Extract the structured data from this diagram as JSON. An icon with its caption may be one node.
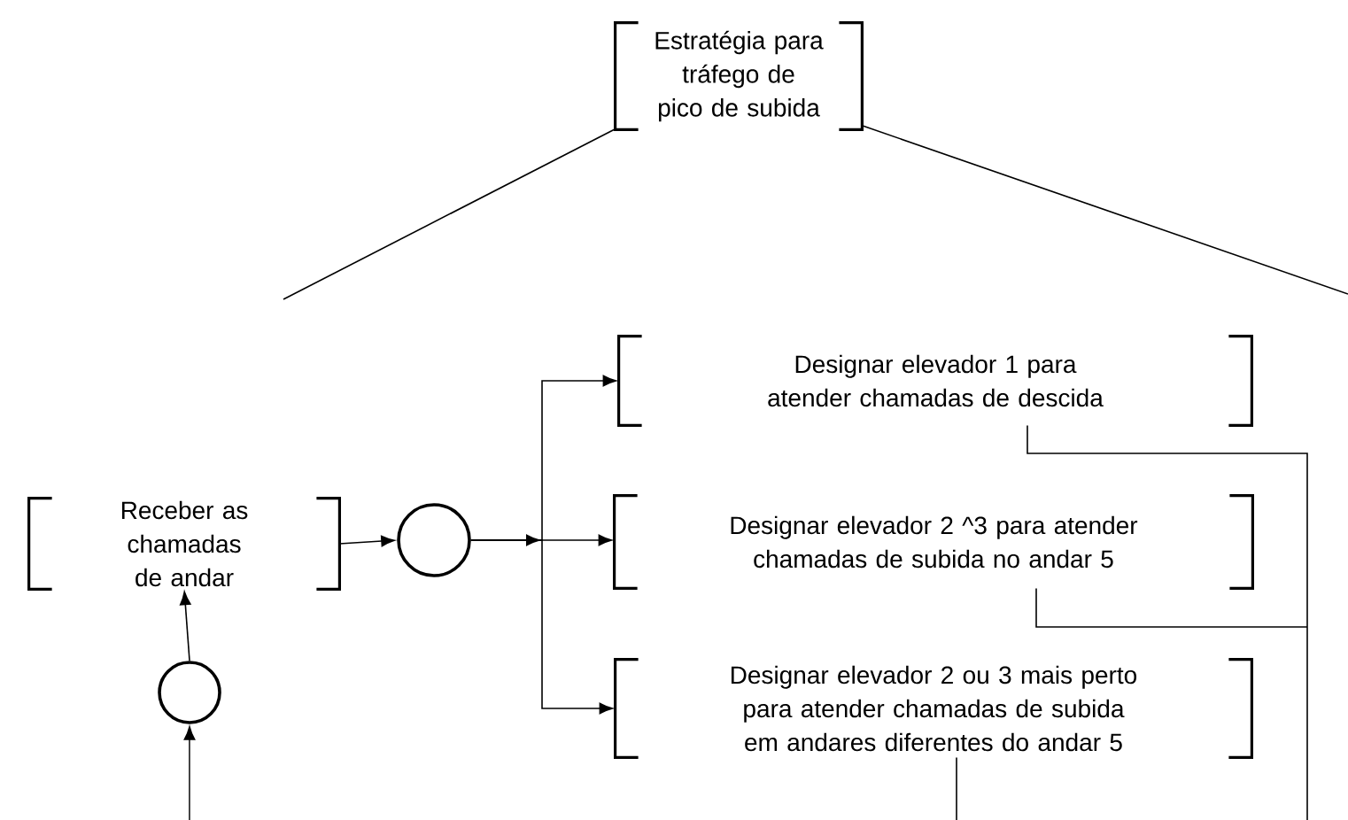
{
  "diagram": {
    "nodes": [
      {
        "text": [
          "Estratégia para tráfego de pico de subida"
        ]
      },
      {
        "text": [
          "Receber as chamadas de andar"
        ]
      },
      {
        "text": [],
        "shape": "circle"
      },
      {
        "text": [
          "Designar elevador 1 para atender chamadas de descida"
        ]
      },
      {
        "text": [
          "Designar elevador 2 ^3 para atender chamadas de subida no andar 5"
        ]
      },
      {
        "text": [
          "Designar elevador 2 ou 3 mais perto para atender chamadas de subida em andares diferentes do andar 5"
        ]
      },
      {
        "text": [],
        "shape": "circle"
      }
    ],
    "edges": [
      {
        "from": null,
        "to": 6,
        "arrow": "to"
      },
      {
        "from": 6,
        "to": 1,
        "arrow": "to"
      },
      {
        "from": 1,
        "to": 2,
        "arrow": "to"
      },
      {
        "from": 2,
        "to": 3,
        "arrow": "to"
      },
      {
        "from": 2,
        "to": 4,
        "arrow": "to"
      },
      {
        "from": 2,
        "to": 5,
        "arrow": "to"
      },
      {
        "from": 3,
        "to": null,
        "arrow": "none"
      },
      {
        "from": 4,
        "to": null,
        "arrow": "none"
      },
      {
        "from": 5,
        "to": null,
        "arrow": "none"
      }
    ]
  }
}
